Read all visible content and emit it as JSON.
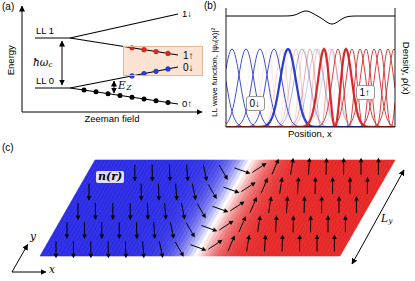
{
  "diagram": {
    "nodes": [
      {
        "text": [
          "1↑",
          "0↓"
        ]
      },
      {
        "text": [
          "0↓"
        ]
      },
      {
        "text": [
          "1↑"
        ]
      }
    ],
    "labels": [
      "(a)",
      "Energy",
      "Zeeman field",
      "LL 1",
      "LL 0",
      "ħω",
      "c",
      "1↓",
      "0↑",
      "E",
      "Z",
      "(b)",
      "LL wave function, |ψₙ(x)|²",
      "Density, ρ(x)",
      "Position, x",
      "(c)",
      "n(r)",
      "x",
      "y",
      "L",
      "y"
    ]
  }
}
